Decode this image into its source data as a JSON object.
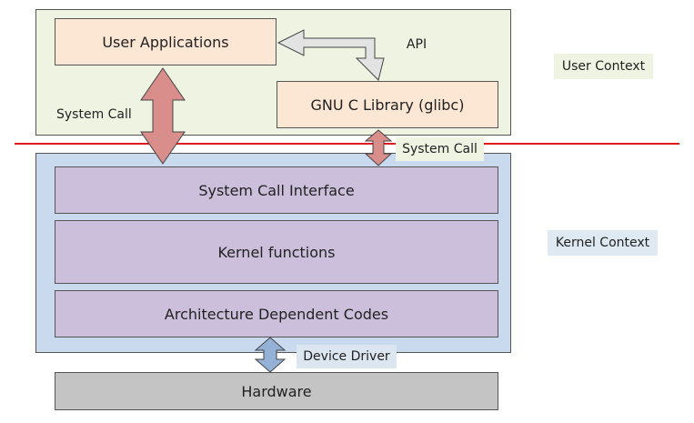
{
  "diagram": {
    "user_space": {
      "user_applications": "User Applications",
      "glibc": "GNU C Library (glibc)",
      "api_label": "API",
      "system_call_left": "System Call",
      "system_call_right": "System Call"
    },
    "contexts": {
      "user": "User Context",
      "kernel": "Kernel Context"
    },
    "kernel": {
      "layers": [
        "System Call Interface",
        "Kernel functions",
        "Architecture Dependent Codes"
      ],
      "device_driver": "Device Driver"
    },
    "hardware": "Hardware",
    "colors": {
      "user_panel": "#eef3e2",
      "user_box": "#fce6d4",
      "kernel_panel": "#c9d9ee",
      "kernel_layer": "#cbbfdb",
      "hardware": "#c4c4c4",
      "divider": "#e01b1b",
      "syscall_arrow": "#d98e8c",
      "api_arrow": "#e3e3e3",
      "driver_arrow": "#94b1d8"
    }
  }
}
